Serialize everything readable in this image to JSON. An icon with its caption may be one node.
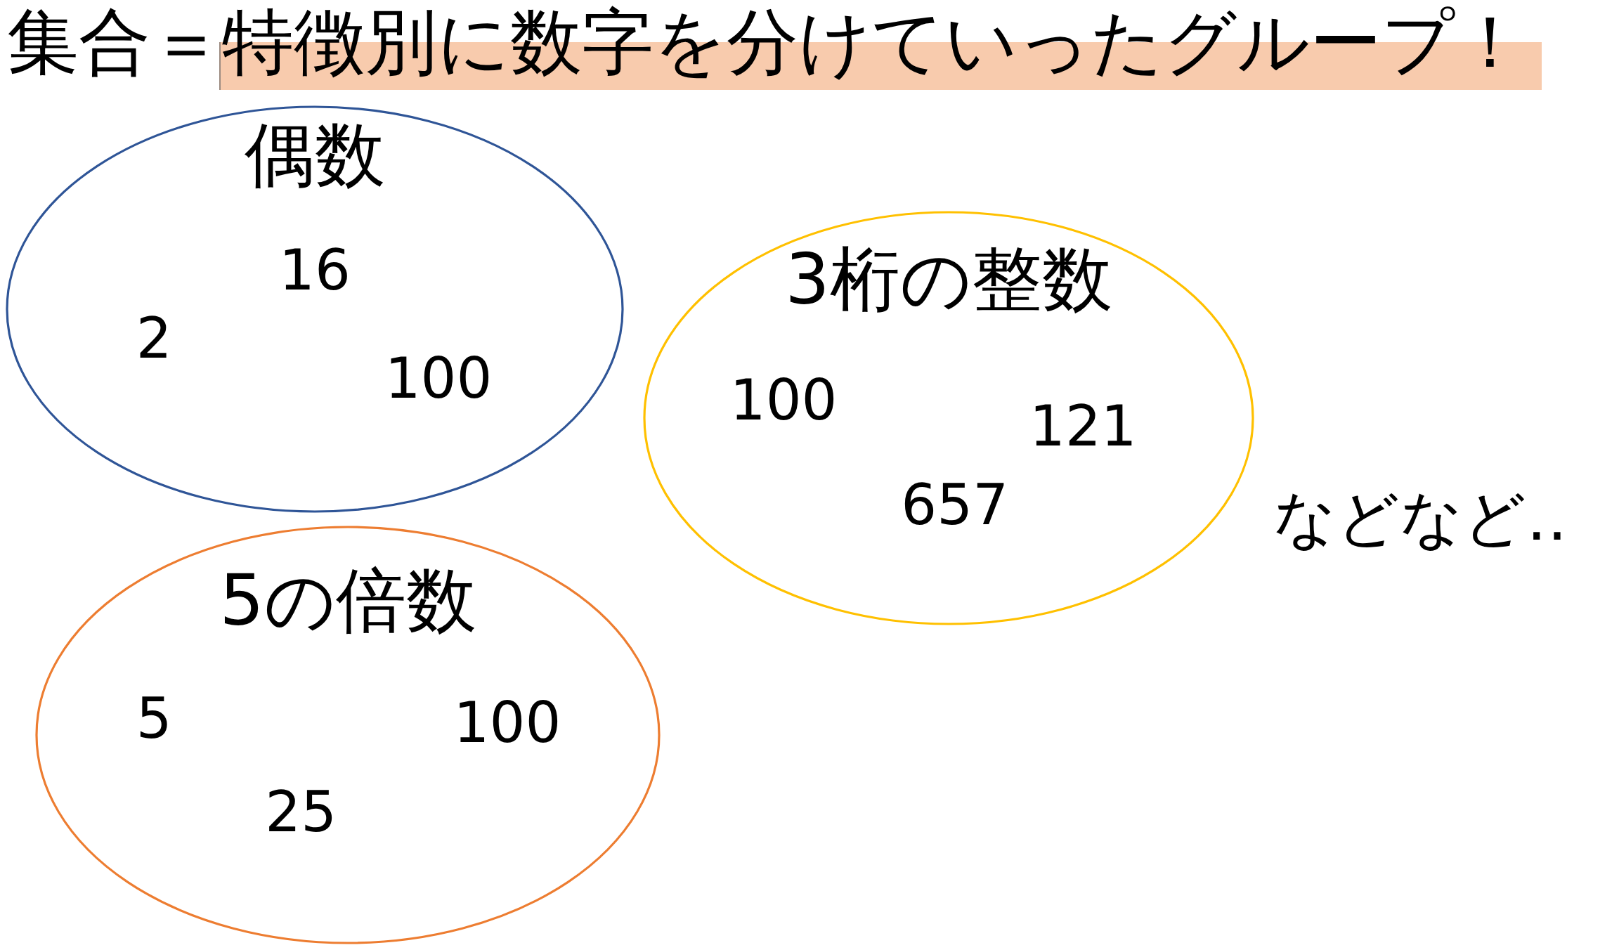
{
  "diagram": {
    "title": "集合＝特徴別に数字を分けていったグループ！",
    "nodes": [
      {
        "text": [
          "偶数",
          "16",
          "2",
          "100"
        ]
      },
      {
        "text": [
          "3桁の整数",
          "100",
          "121",
          "657"
        ]
      },
      {
        "text": [
          "5の倍数",
          "5",
          "100",
          "25"
        ]
      }
    ],
    "labels": [
      "などなど‥"
    ]
  }
}
